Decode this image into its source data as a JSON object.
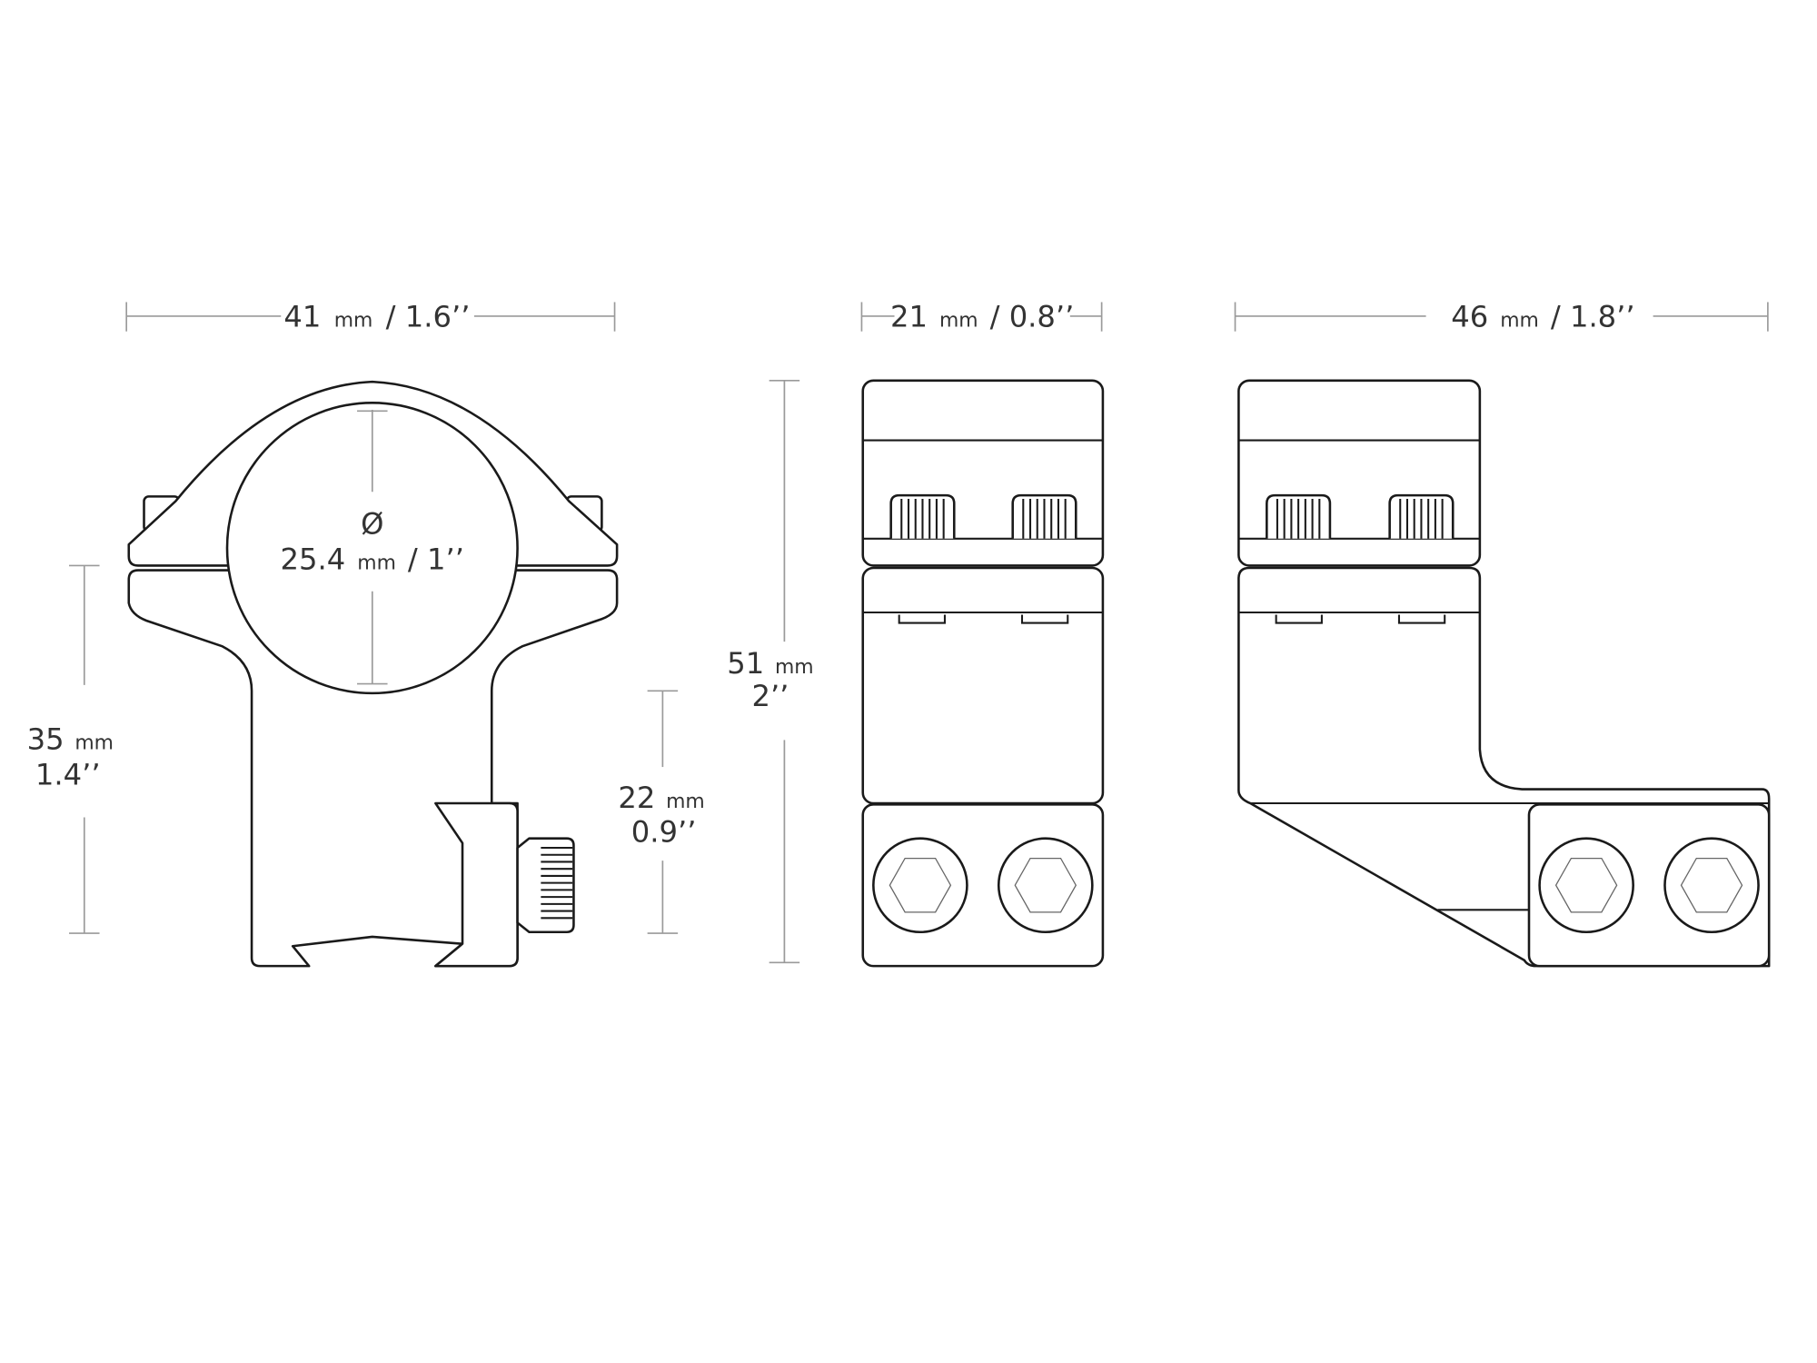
{
  "views": {
    "front": {
      "width_label": {
        "value": "41",
        "unit": "mm",
        "imperial": "/ 1.6’’"
      },
      "diameter_symbol": "Ø",
      "diameter_label": {
        "value": "25.4",
        "unit": "mm",
        "imperial": "/ 1’’"
      },
      "center_height_label": {
        "value": "35",
        "unit": "mm",
        "imperial": "1.4’’"
      },
      "clamp_height_label": {
        "value": "22",
        "unit": "mm",
        "imperial": "0.9’’"
      }
    },
    "side": {
      "width_label": {
        "value": "21",
        "unit": "mm",
        "imperial": "/ 0.8’’"
      },
      "height_label": {
        "value": "51",
        "unit": "mm",
        "imperial": "2’’"
      }
    },
    "offset": {
      "width_label": {
        "value": "46",
        "unit": "mm",
        "imperial": "/ 1.8’’"
      }
    }
  },
  "colors": {
    "line": "#1a1a1a",
    "dimension": "#9a9a9a"
  }
}
